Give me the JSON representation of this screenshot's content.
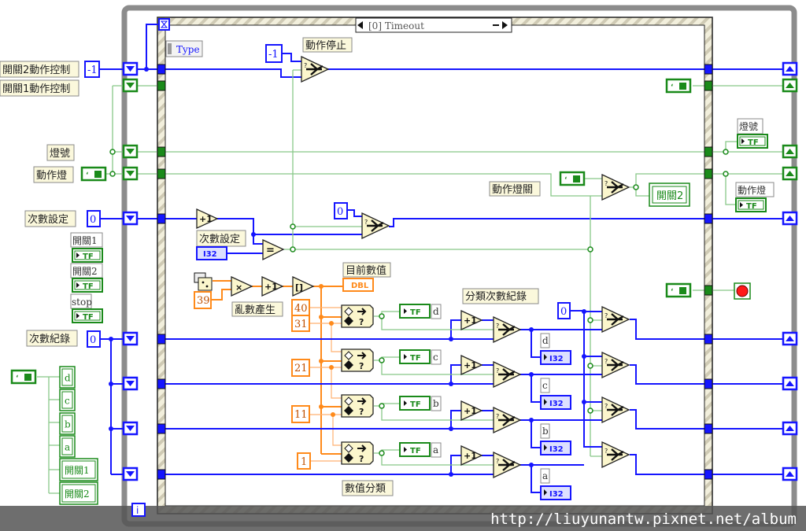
{
  "watermark": "http://liuyunantw.pixnet.net/album",
  "case_structure": {
    "selector": "[0] Timeout",
    "event_field": "Type"
  },
  "iteration_terminal": "i",
  "left_controls": {
    "switch2_action_label": "開關2動作控制",
    "switch1_action_label": "開關1動作控制",
    "switch2_action_init": "-1",
    "lamp_label": "燈號",
    "action_lamp_label": "動作燈",
    "count_setting_label": "次數設定",
    "count_setting_init": "0",
    "switch1_label": "開關1",
    "switch2_label": "開關2",
    "stop_label": "stop",
    "count_record_label": "次數紀錄",
    "count_record_init": "0",
    "ref_items": [
      "d",
      "c",
      "b",
      "a",
      "開關1",
      "開關2"
    ],
    "bool_const": "TF"
  },
  "case_body": {
    "stop_action_label": "動作停止",
    "stop_action_const": "-1",
    "count_zero_const": "0",
    "count_setting_local": "次數設定",
    "i32": "I32",
    "dbl": "DBL",
    "current_value_label": "目前數值",
    "random_label": "亂數產生",
    "multiplier": "39",
    "limits": [
      "40",
      "31",
      "21",
      "11",
      "1"
    ],
    "category_labels": [
      "d",
      "c",
      "b",
      "a"
    ],
    "classify_label": "數值分類",
    "category_count_label": "分類次數紀錄",
    "record_zero_const": "0",
    "lamp_off_label": "動作燈關",
    "switch2_indicator": "開關2",
    "increment": "+1"
  },
  "right_indicators": {
    "lamp_label": "燈號",
    "action_lamp_label": "動作燈"
  },
  "colors": {
    "integer_wire": "#1515ff",
    "boolean_wire": "#1a8a1a",
    "double_wire": "#ff8a1a",
    "loop_border": "#8c8c8c",
    "stop_button": "#ff1a1a"
  }
}
